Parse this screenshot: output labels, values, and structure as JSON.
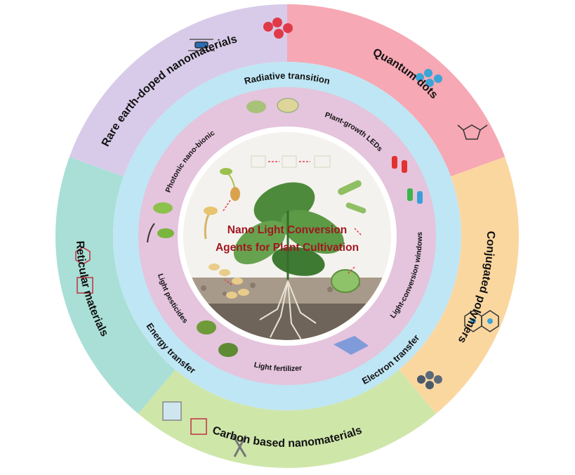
{
  "diagram": {
    "center_title_line1": "Nano Light Conversion",
    "center_title_line2": "Agents for Plant Cultivation",
    "outer_segments": [
      {
        "label": "Quantum dots",
        "color": "#f6a8b4"
      },
      {
        "label": "Conjugated polymers",
        "color": "#fbd7a0"
      },
      {
        "label": "Carbon based nanomaterials",
        "color": "#cfe6a9"
      },
      {
        "label": "Reticular materials",
        "color": "#a9dfd6"
      },
      {
        "label": "Rare earth-doped nanomaterials",
        "color": "#d8cbe9"
      }
    ],
    "middle_ring": {
      "color": "#bfe6f4",
      "labels": [
        "Radiative transition",
        "Electron transfer",
        "Energy transfer"
      ]
    },
    "inner_ring": {
      "color": "#e5c4dd",
      "labels": [
        "Plant-growth LEDs",
        "Light-conversion windows",
        "Light fertilizer",
        "Light pesticides",
        "Photonic nano-bionic"
      ]
    },
    "colors": {
      "title": "#a0171f",
      "text": "#111111",
      "arrow": "#e04050"
    }
  }
}
